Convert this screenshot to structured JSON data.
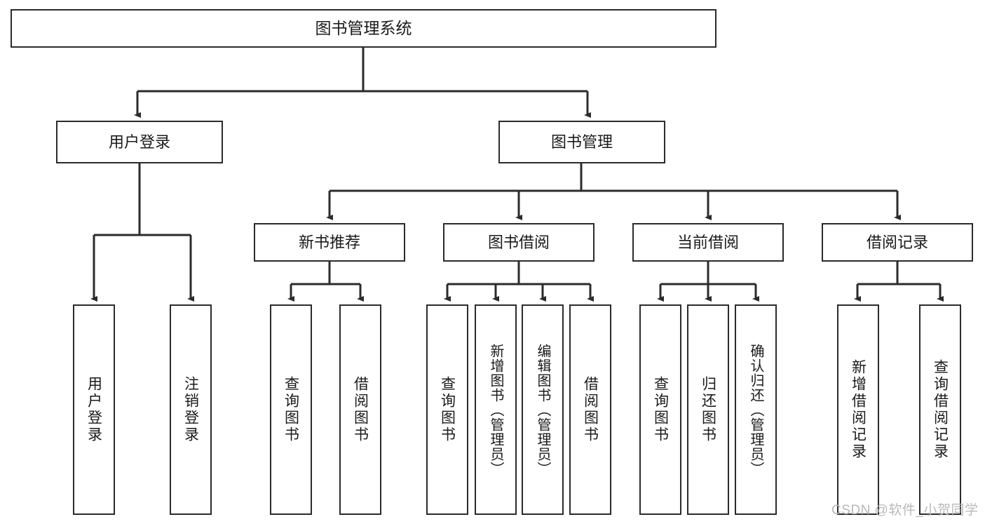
{
  "diagram": {
    "title": "图书管理系统",
    "type": "tree",
    "root": {
      "label": "图书管理系统"
    },
    "level1": [
      {
        "label": "用户登录"
      },
      {
        "label": "图书管理"
      }
    ],
    "level2": [
      {
        "parent": "图书管理",
        "label": "新书推荐"
      },
      {
        "parent": "图书管理",
        "label": "图书借阅"
      },
      {
        "parent": "图书管理",
        "label": "当前借阅"
      },
      {
        "parent": "图书管理",
        "label": "借阅记录"
      }
    ],
    "leaves": {
      "user_login": [
        {
          "label": "用户登录"
        },
        {
          "label": "注销登录"
        }
      ],
      "new_book_recommend": [
        {
          "label": "查询图书"
        },
        {
          "label": "借阅图书"
        }
      ],
      "book_borrow": [
        {
          "label": "查询图书"
        },
        {
          "label": "新增图书（管理员）"
        },
        {
          "label": "编辑图书（管理员）"
        },
        {
          "label": "借阅图书"
        }
      ],
      "current_borrow": [
        {
          "label": "查询图书"
        },
        {
          "label": "归还图书"
        },
        {
          "label": "确认归还（管理员）"
        }
      ],
      "borrow_record": [
        {
          "label": "新增借阅记录"
        },
        {
          "label": "查询借阅记录"
        }
      ]
    }
  },
  "watermark": {
    "text": "CSDN @软件_小贺同学"
  },
  "colors": {
    "border": "#2b2b2b",
    "background": "#ffffff",
    "text": "#1a1a1a",
    "watermark": "#b9b9b9"
  }
}
